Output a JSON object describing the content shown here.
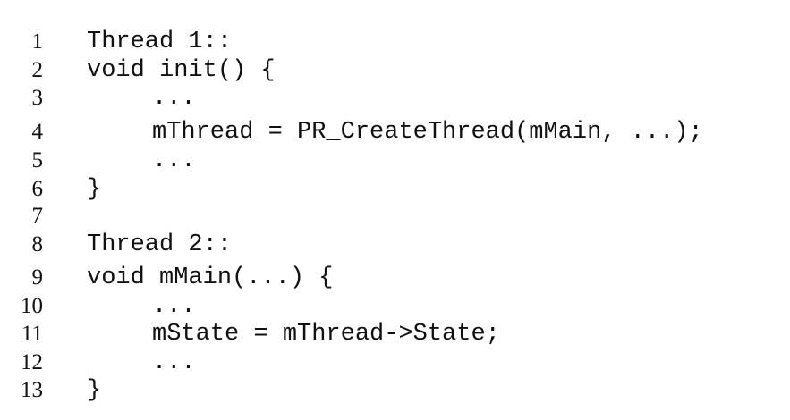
{
  "listing": {
    "lines": [
      {
        "number": "1",
        "code": "Thread 1::",
        "indent": false
      },
      {
        "number": "2",
        "code": "void init() {",
        "indent": false
      },
      {
        "number": "3",
        "code": "...",
        "indent": true
      },
      {
        "number": "4",
        "code": "mThread = PR_CreateThread(mMain, ...);",
        "indent": true
      },
      {
        "number": "5",
        "code": "...",
        "indent": true
      },
      {
        "number": "6",
        "code": "}",
        "indent": false
      },
      {
        "number": "7",
        "code": "",
        "indent": false
      },
      {
        "number": "8",
        "code": "Thread 2::",
        "indent": false
      },
      {
        "number": "9",
        "code": "void mMain(...) {",
        "indent": false
      },
      {
        "number": "10",
        "code": "...",
        "indent": true
      },
      {
        "number": "11",
        "code": "mState = mThread->State;",
        "indent": true
      },
      {
        "number": "12",
        "code": "...",
        "indent": true
      },
      {
        "number": "13",
        "code": "}",
        "indent": false
      }
    ]
  }
}
